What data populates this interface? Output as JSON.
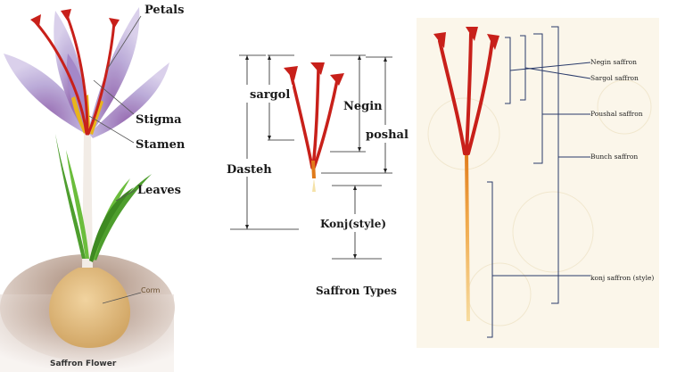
{
  "panel_flower": {
    "labels": {
      "petals": "Petals",
      "stigma": "Stigma",
      "stamen": "Stamen",
      "leaves": "Leaves",
      "corm": "Corm"
    },
    "caption": "Saffron Flower"
  },
  "panel_types": {
    "labels": {
      "sargol": "sargol",
      "negin": "Negin",
      "poshal": "poshal",
      "dasteh": "Dasteh",
      "konj": "Konj(style)"
    },
    "caption": "Saffron Types"
  },
  "panel_photo": {
    "labels": {
      "negin": "Negin saffron",
      "sargol": "Sargol saffron",
      "poushal": "Poushal saffron",
      "bunch": "Bunch saffron",
      "konj": "konj saffron (style)"
    }
  },
  "colors": {
    "stigma_red": "#c8201a",
    "petal_purple": "#b7a6d6",
    "stamen_yellow": "#e8b41c",
    "leaf_green": "#4e9e2e",
    "corm_tan": "#e3c08a",
    "soil_brown": "#8c6f5e",
    "photo_bg": "#fbf6ea"
  }
}
